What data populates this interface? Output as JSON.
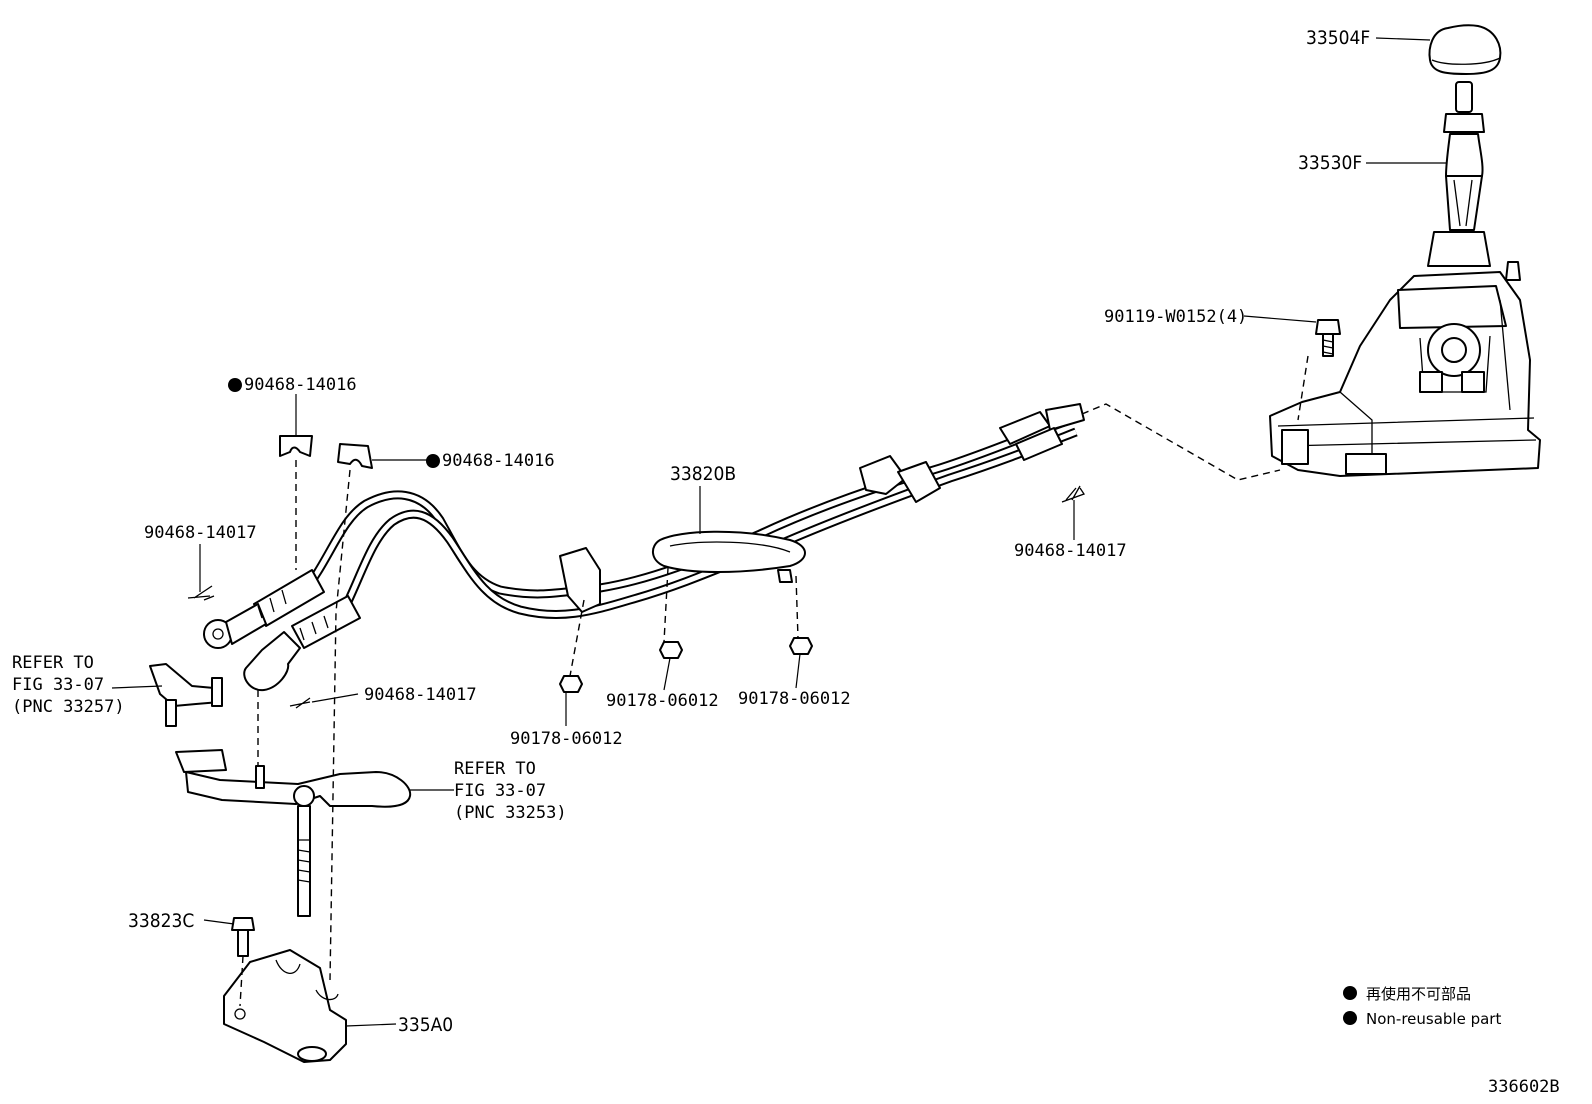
{
  "diagram": {
    "figure_id": "336602B",
    "legend": {
      "japanese": "再使用不可部品",
      "english": "Non-reusable part",
      "marker_color": "#000000"
    },
    "callouts": {
      "knob": "33504F",
      "boot_rod": "33530F",
      "shift_bracket_bolt": "90119-W0152(4)",
      "clip_left_top": "90468-14016",
      "clip_mid_top": "90468-14016",
      "cable_assembly": "33820B",
      "pin_right": "90468-14017",
      "pin_left": "90468-14017",
      "pin_lower": "90468-14017",
      "nut_a": "90178-06012",
      "nut_b": "90178-06012",
      "nut_c": "90178-06012",
      "bracket_bolt": "33823C",
      "bracket": "335A0"
    },
    "refer_notes": {
      "upper": [
        "REFER TO",
        "FIG 33-07",
        "(PNC 33257)"
      ],
      "lower": [
        "REFER TO",
        "FIG 33-07",
        "(PNC 33253)"
      ]
    },
    "non_reusable_markers": [
      "clip_left_top",
      "clip_mid_top"
    ]
  }
}
